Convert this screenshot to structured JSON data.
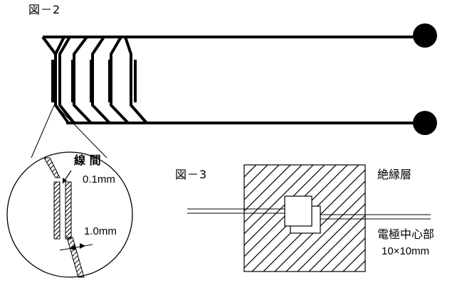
{
  "figure2": {
    "label": "図－2",
    "gap_label": "線 間",
    "gap_value": "0.1mm",
    "width_value": "1.0mm"
  },
  "figure3": {
    "label": "図－3",
    "insulation_label": "絶縁層",
    "electrode_center_label": "電極中心部",
    "electrode_size": "10×10mm"
  },
  "colors": {
    "ink": "#000000",
    "background": "#ffffff"
  }
}
